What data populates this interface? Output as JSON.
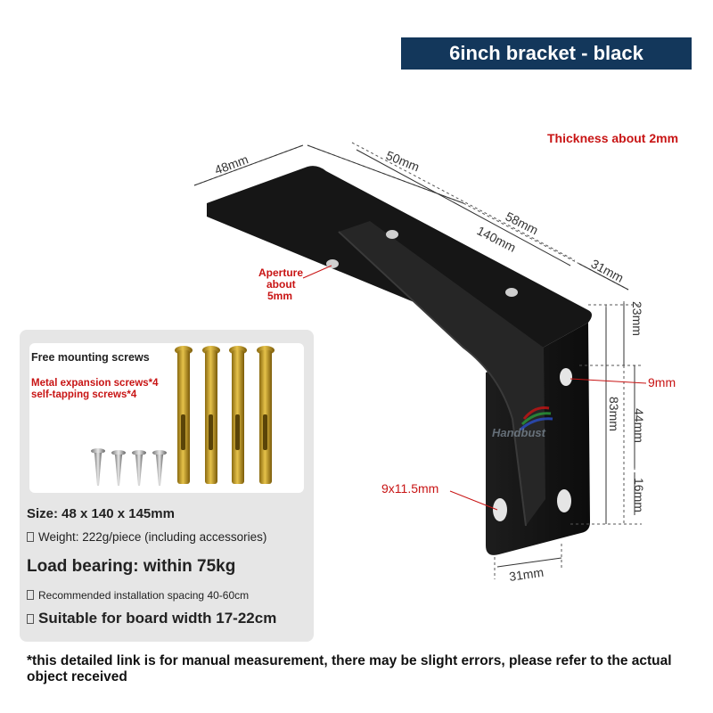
{
  "title": "6inch bracket - black",
  "thickness": "Thickness about 2mm",
  "dimensions": {
    "d48": "48mm",
    "d50": "50mm",
    "d58": "58mm",
    "d140": "140mm",
    "d31_top": "31mm",
    "d23": "23mm",
    "d9": "9mm",
    "d83": "83mm",
    "d44": "44mm",
    "d16": "16mm",
    "d31_bottom": "31mm",
    "slot": "9x11.5mm"
  },
  "aperture": {
    "line1": "Aperture",
    "line2": "about",
    "line3": "5mm"
  },
  "screws": {
    "title": "Free mounting screws",
    "description": "Metal expansion screws*4 self-tapping screws*4"
  },
  "specs": {
    "size": "Size: 48 x 140 x 145mm",
    "weight": "Weight: 222g/piece (including accessories)",
    "load": "Load bearing: within 75kg",
    "spacing": "Recommended installation spacing 40-60cm",
    "board": "Suitable for board width 17-22cm"
  },
  "watermark": "Handbust",
  "footnote": "*this detailed link is for manual measurement, there may be slight errors, please refer to the actual object received",
  "colors": {
    "title_bg": "#13375b",
    "accent_red": "#c81414",
    "panel_bg": "#e6e6e6",
    "bracket": "#141414"
  }
}
